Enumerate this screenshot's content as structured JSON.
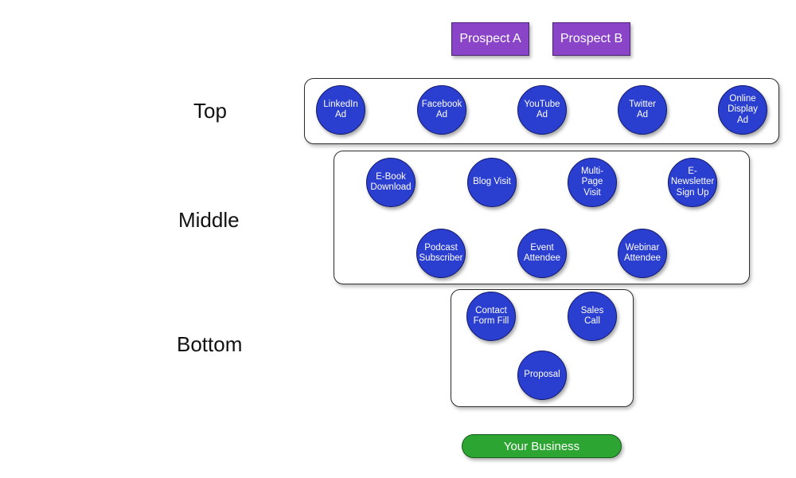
{
  "prospects": [
    "Prospect A",
    "Prospect B"
  ],
  "stages": {
    "top": {
      "label": "Top",
      "nodes": [
        "LinkedIn\nAd",
        "Facebook\nAd",
        "YouTube\nAd",
        "Twitter\nAd",
        "Online\nDisplay\nAd"
      ]
    },
    "middle": {
      "label": "Middle",
      "nodes": [
        "E-Book\nDownload",
        "Blog Visit",
        "Multi-\nPage\nVisit",
        "E-\nNewsletter\nSign Up",
        "Podcast\nSubscriber",
        "Event\nAttendee",
        "Webinar\nAttendee"
      ]
    },
    "bottom": {
      "label": "Bottom",
      "nodes": [
        "Contact\nForm Fill",
        "Sales\nCall",
        "Proposal"
      ]
    }
  },
  "business": "Your Business",
  "colors": {
    "node_fill": "#2a3fcf",
    "prospect_fill": "#8a44c8",
    "business_fill": "#2ca532"
  }
}
